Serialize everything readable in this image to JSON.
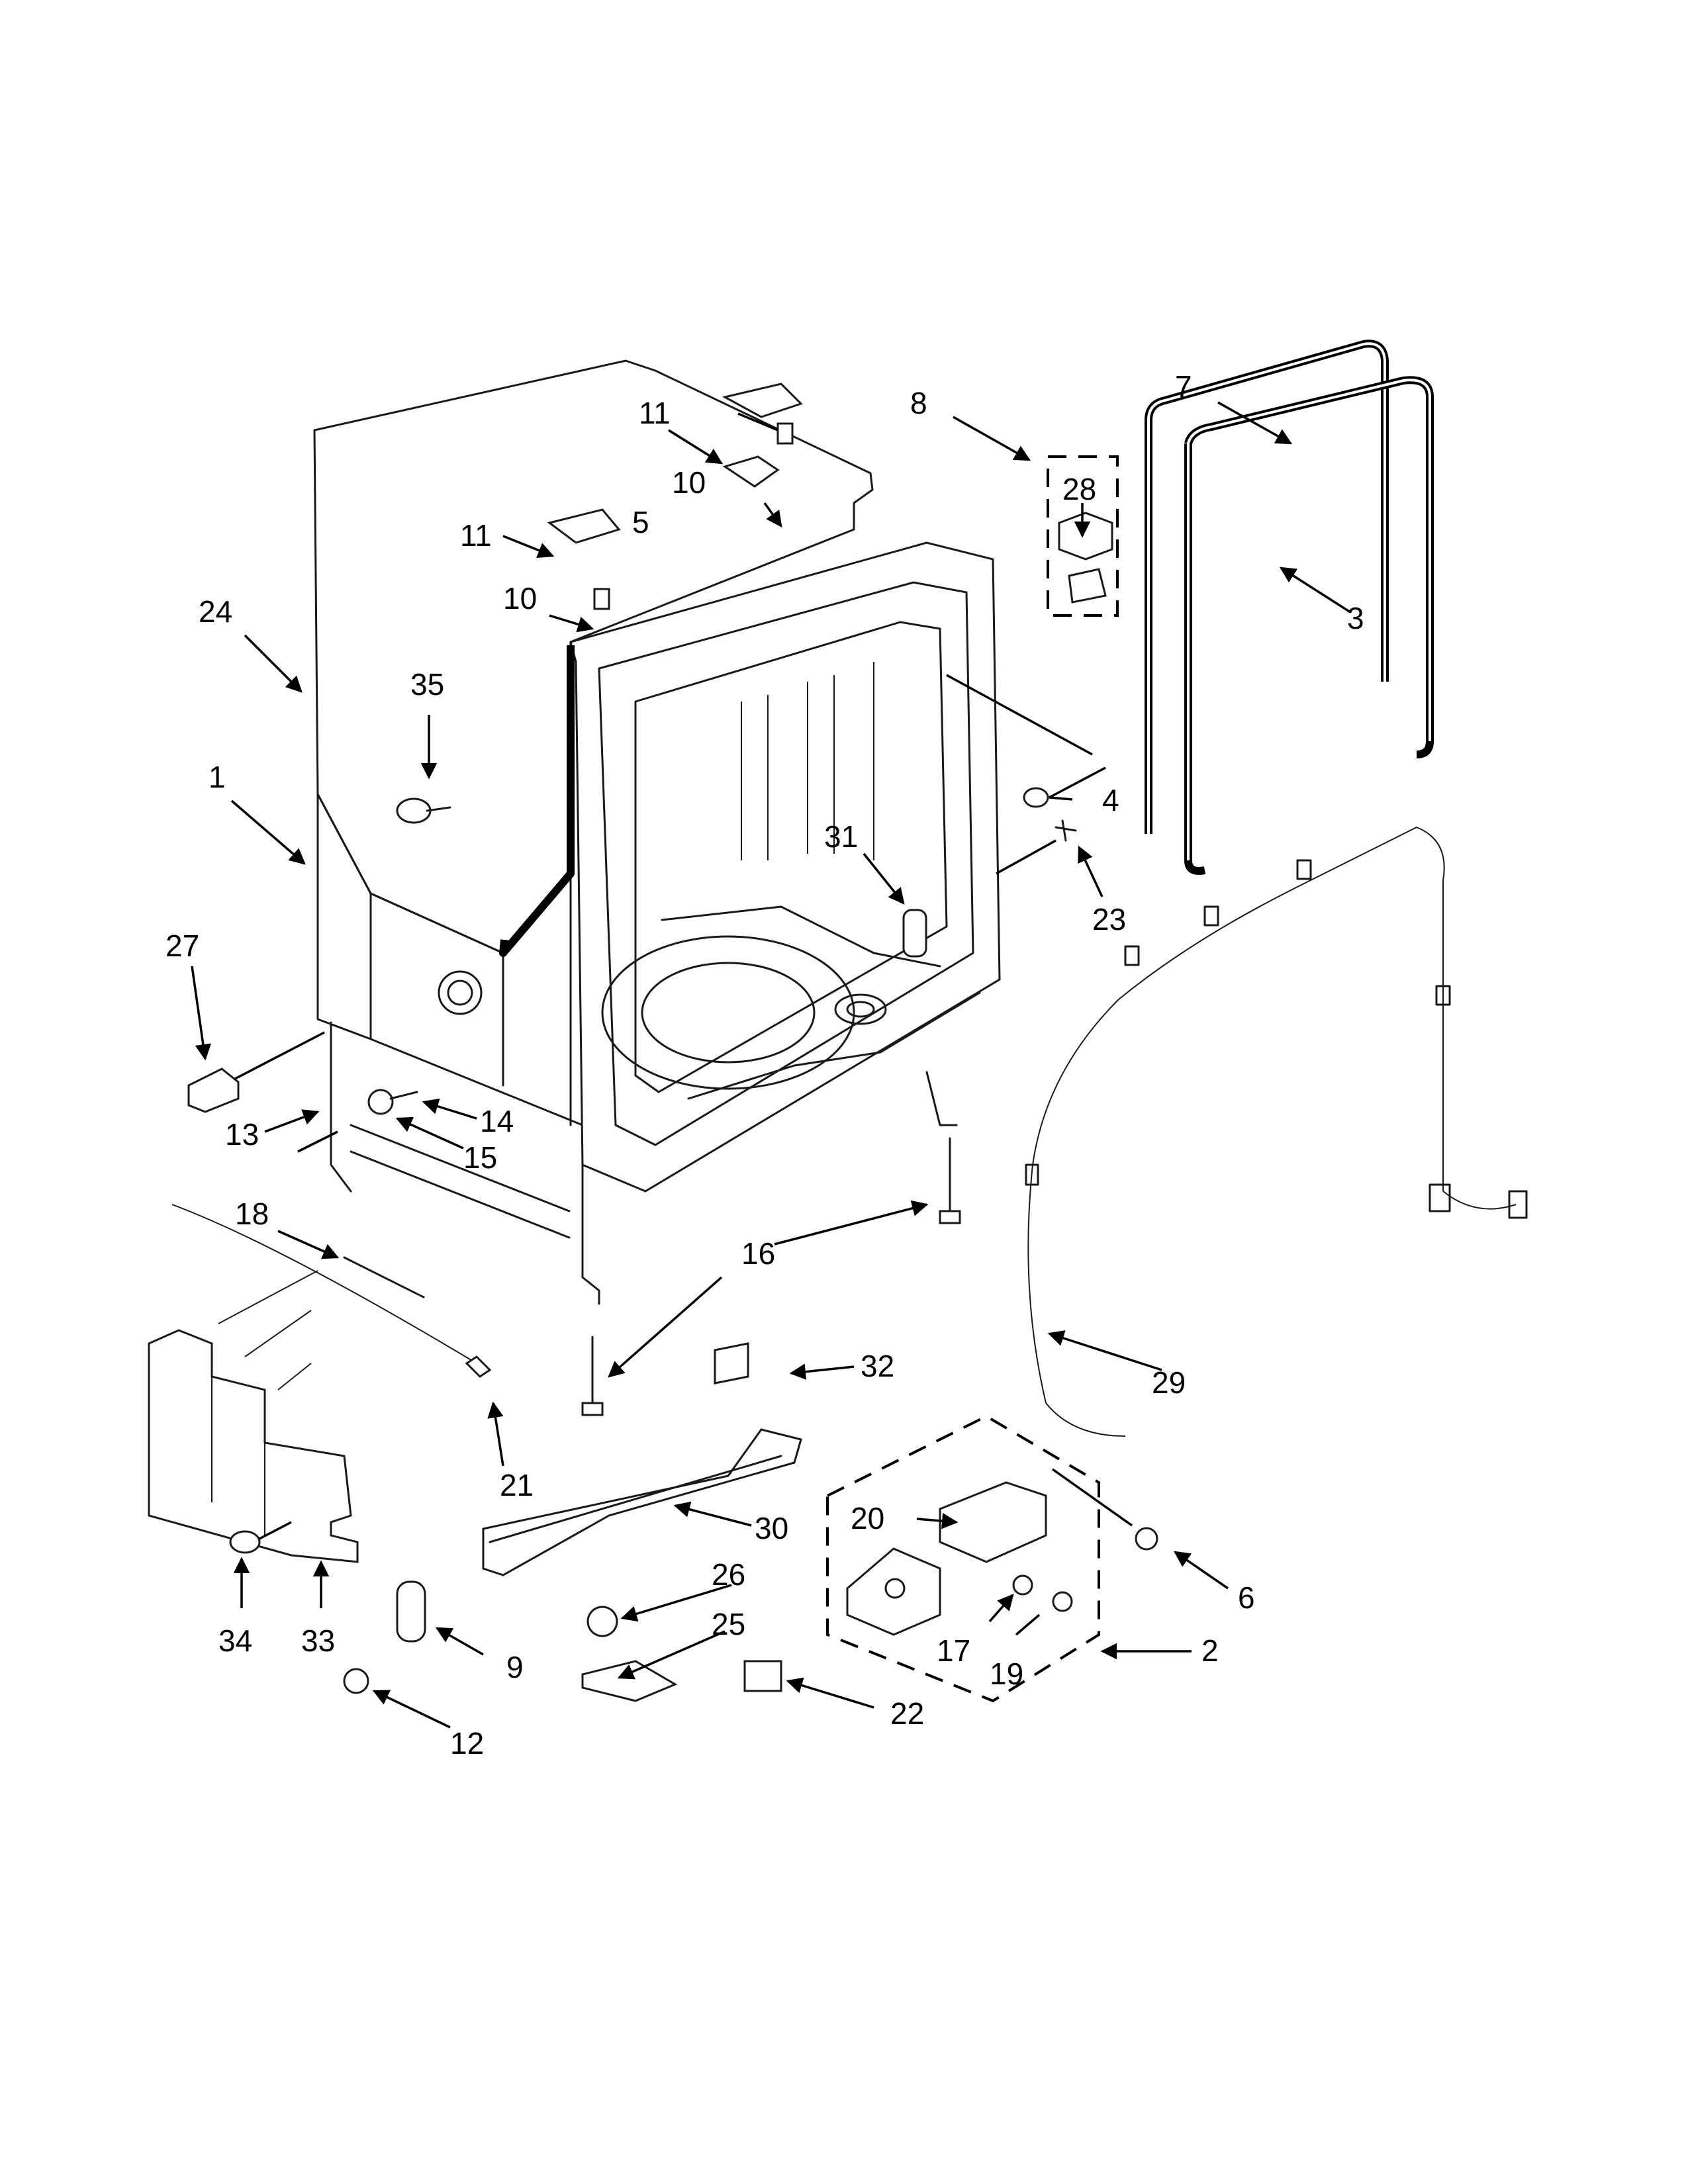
{
  "callouts": {
    "c1": "1",
    "c2": "2",
    "c3": "3",
    "c4": "4",
    "c5": "5",
    "c6": "6",
    "c7": "7",
    "c8": "8",
    "c9": "9",
    "c10a": "10",
    "c10b": "10",
    "c11a": "11",
    "c11b": "11",
    "c12": "12",
    "c13": "13",
    "c14": "14",
    "c15": "15",
    "c16": "16",
    "c17": "17",
    "c18": "18",
    "c19": "19",
    "c20": "20",
    "c21": "21",
    "c22": "22",
    "c23": "23",
    "c24": "24",
    "c25": "25",
    "c26": "26",
    "c27": "27",
    "c28": "28",
    "c29": "29",
    "c30": "30",
    "c31": "31",
    "c32": "32",
    "c33": "33",
    "c34": "34",
    "c35": "35"
  }
}
